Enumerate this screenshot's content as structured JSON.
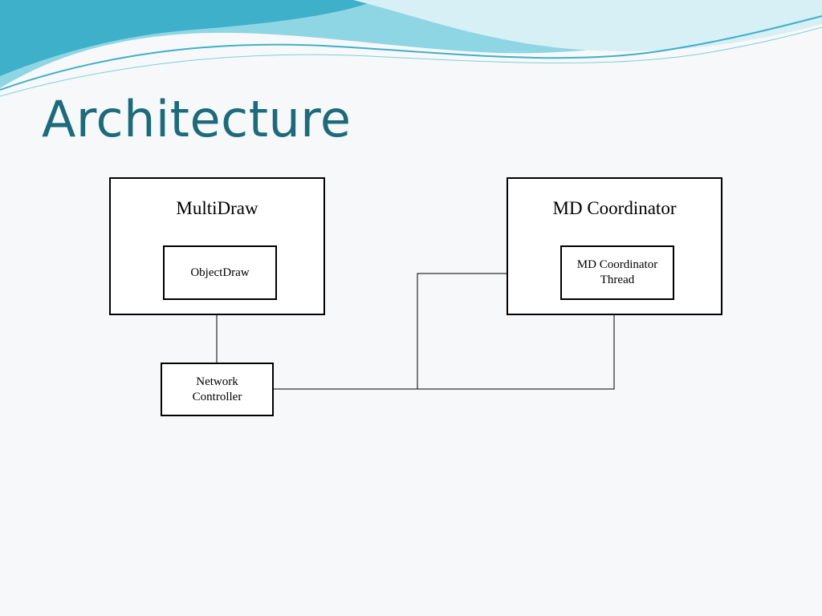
{
  "slide": {
    "title": "Architecture"
  },
  "diagram": {
    "nodes": {
      "multidraw": {
        "label": "MultiDraw"
      },
      "objectdraw": {
        "label": "ObjectDraw"
      },
      "network_controller": {
        "label_line1": "Network",
        "label_line2": "Controller"
      },
      "md_coordinator": {
        "label": "MD Coordinator"
      },
      "md_coordinator_thread": {
        "label_line1": "MD Coordinator",
        "label_line2": "Thread"
      }
    },
    "edges": [
      {
        "from": "multidraw",
        "to": "network_controller"
      },
      {
        "from": "network_controller",
        "to": "md_coordinator"
      },
      {
        "from": "network_controller",
        "to": "md_coordinator_thread"
      }
    ]
  },
  "theme": {
    "title_color": "#1b6b7c",
    "wave_colors": [
      "#3fb0c9",
      "#8fd6e4",
      "#d6f0f5"
    ]
  }
}
